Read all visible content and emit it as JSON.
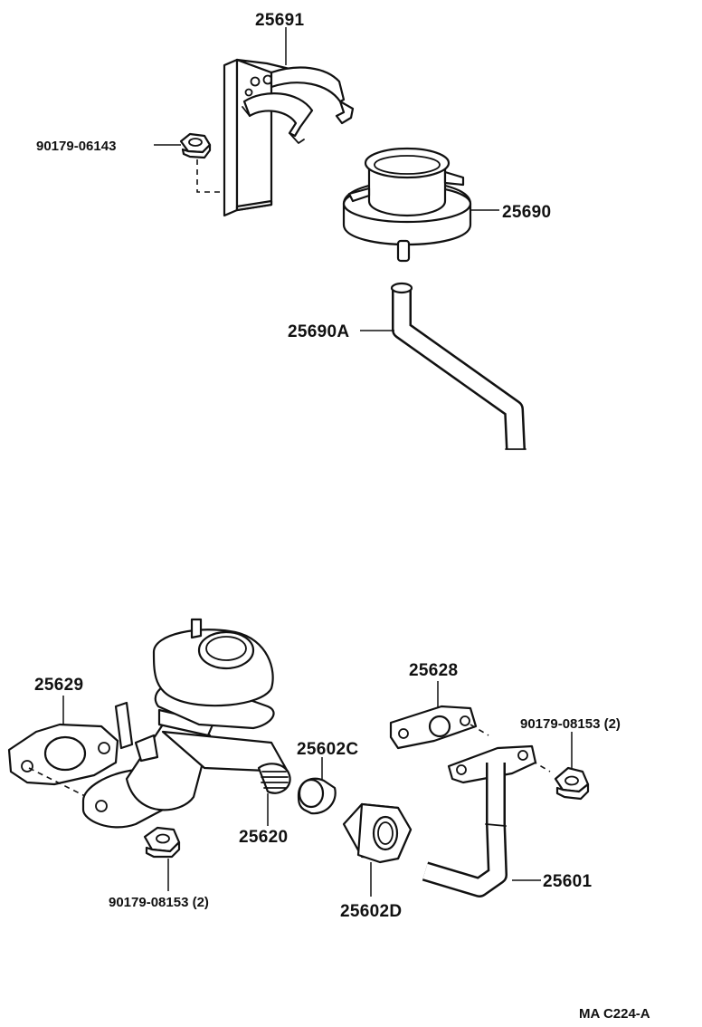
{
  "labels": {
    "p25691": "25691",
    "p90179_06143": "90179-06143",
    "p25690": "25690",
    "p25690A": "25690A",
    "p25629": "25629",
    "p25628": "25628",
    "p90179_08153_right": "90179-08153 (2)",
    "p25602C": "25602C",
    "p25620": "25620",
    "p25601": "25601",
    "p90179_08153_left": "90179-08153 (2)",
    "p25602D": "25602D"
  },
  "footer": {
    "diagram_code": "MA C224-A"
  }
}
